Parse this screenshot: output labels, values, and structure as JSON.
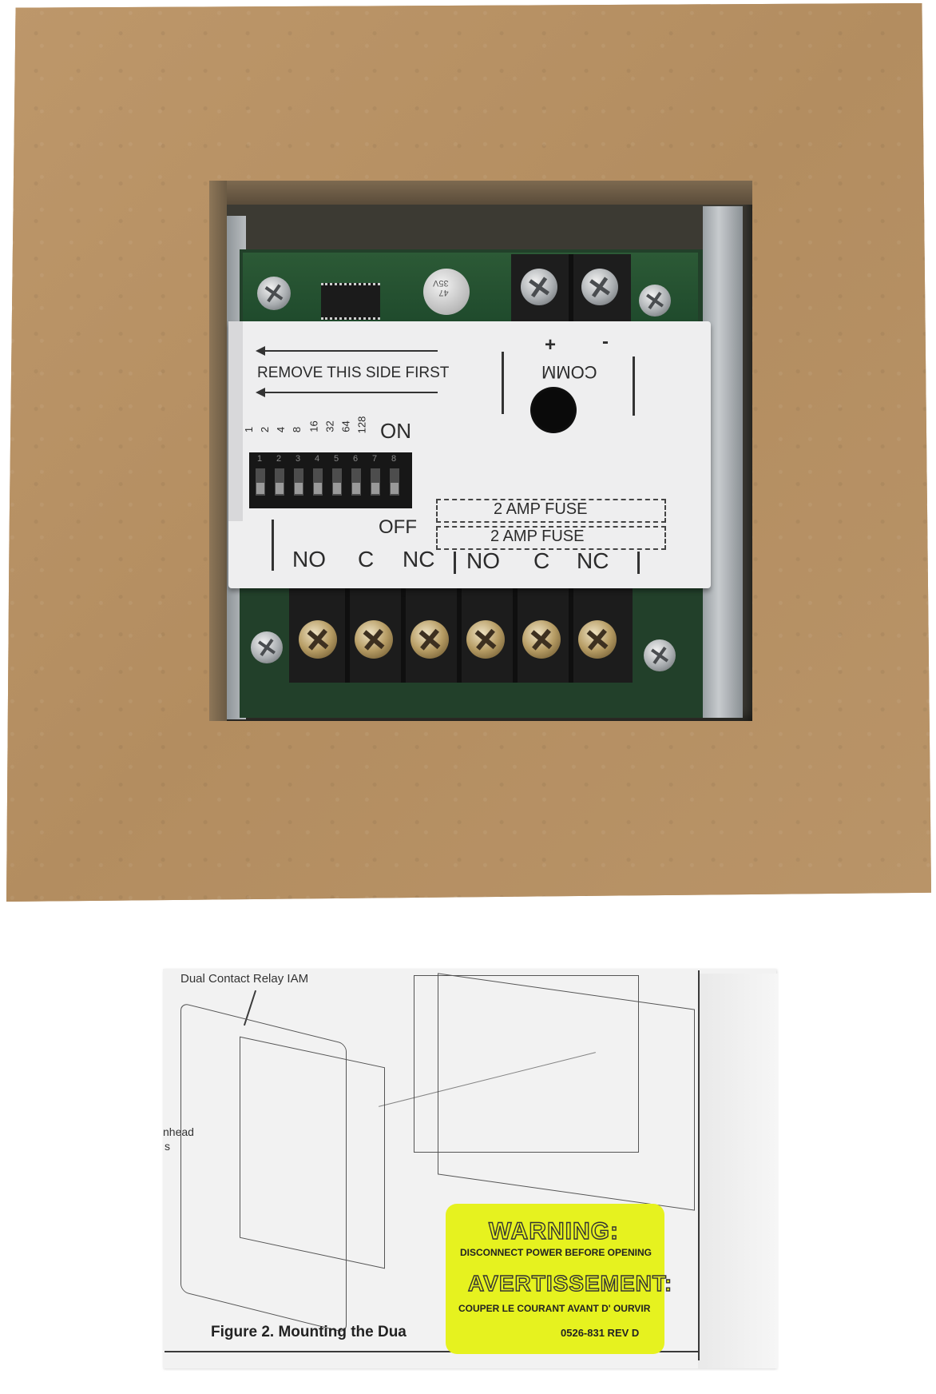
{
  "device_label": {
    "remove_instruction": "REMOVE THIS SIDE FIRST",
    "comm_label": "COMM",
    "comm_plus": "+",
    "comm_minus": "-",
    "dip_values": [
      "1",
      "2",
      "4",
      "8",
      "16",
      "32",
      "64",
      "128"
    ],
    "dip_on": "ON",
    "dip_off": "OFF",
    "dip_numbers": [
      "1",
      "2",
      "3",
      "4",
      "5",
      "6",
      "7",
      "8"
    ],
    "fuse_1": "2 AMP FUSE",
    "fuse_2": "2 AMP FUSE",
    "terminals": [
      "NO",
      "C",
      "NC",
      "NO",
      "C",
      "NC"
    ]
  },
  "pcb": {
    "capacitor_text": "47\n35V"
  },
  "manual": {
    "callout_title": "Dual Contact Relay IAM",
    "callout_panhead": "nhead",
    "callout_panhead_2": "s",
    "figure_caption": "Figure 2. Mounting the Dua"
  },
  "warning_sticker": {
    "title_en": "WARNING:",
    "text_en": "DISCONNECT POWER BEFORE OPENING",
    "title_fr": "AVERTISSEMENT:",
    "text_fr": "COUPER LE COURANT AVANT D' OURVIR",
    "part_number": "0526-831 REV D"
  },
  "colors": {
    "cardboard": "#b89265",
    "pcb_green": "#22402a",
    "sticker_yellow": "#e6f21f"
  }
}
